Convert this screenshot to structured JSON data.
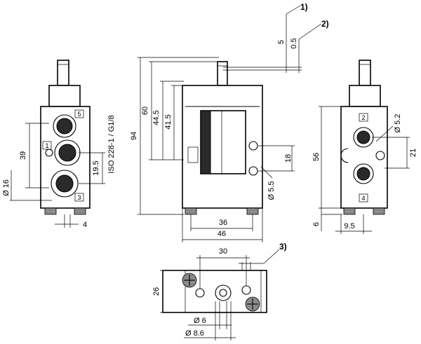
{
  "annotations": {
    "note1": "1)",
    "note2": "2)",
    "note3": "3)"
  },
  "dimensions": {
    "d5": "5",
    "d0_5": "0.5",
    "d94": "94",
    "d60": "60",
    "d44_5": "44.5",
    "d41_5": "41.5",
    "d39": "39",
    "d19_5": "19.5",
    "d16": "Ø 16",
    "d4": "4",
    "iso": "ISO 228-1 / G1/8",
    "d18": "18",
    "d5_5": "Ø 5.5",
    "d36": "36",
    "d46": "46",
    "d56": "56",
    "d5_2": "Ø 5.2",
    "d21": "21",
    "d6": "6",
    "d9_5": "9.5",
    "d30": "30",
    "d26": "26",
    "d6dia": "Ø 6",
    "d8_6": "Ø 8.6"
  },
  "ports": {
    "p1": "1",
    "p2": "2",
    "p3": "3",
    "p4": "4",
    "p5": "5"
  }
}
